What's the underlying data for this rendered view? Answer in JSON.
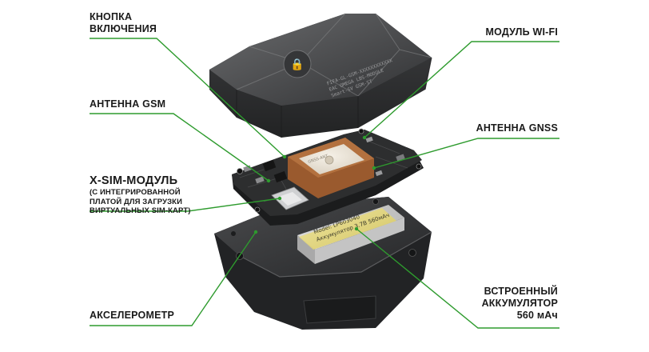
{
  "labels": {
    "power_button": [
      "КНОПКА",
      "ВКЛЮЧЕНИЯ"
    ],
    "gsm_antenna": "АНТЕННА GSM",
    "xsim_module": {
      "title": "X-SIM-МОДУЛЬ",
      "note": [
        "(С ИНТЕГРИРОВАННОЙ",
        "ПЛАТОЙ ДЛЯ ЗАГРУЗКИ",
        "ВИРТУАЛЬНЫХ SIM-КАРТ)"
      ]
    },
    "accelerometer": "АКСЕЛЕРОМЕТР",
    "wifi_module": "МОДУЛЬ Wi-Fi",
    "gnss_antenna": "АНТЕННА GNSS",
    "battery": [
      "ВСТРОЕННЫЙ",
      "АККУМУЛЯТОР",
      "560 мАч"
    ]
  },
  "device": {
    "case_engraving": [
      "FIFA-GL-GSM-XXXXXXXXXXXX",
      "EAC  OMEGA  LBS-MODULE",
      "Smart-SV GSM-ST"
    ],
    "battery_print": [
      "Model: LP603040",
      "Аккумулятор 3.7В 560мАч"
    ],
    "board_code": "GNSS-ANT",
    "logo_glyph": "🔒"
  },
  "colors": {
    "leader": "#2e9b2e",
    "case": "#4a4b4d",
    "pcb": "#2b2b2b",
    "antenna_body": "#b3713f",
    "antenna_plate": "#ebe4d8",
    "battery_label": "#e8dc74"
  }
}
